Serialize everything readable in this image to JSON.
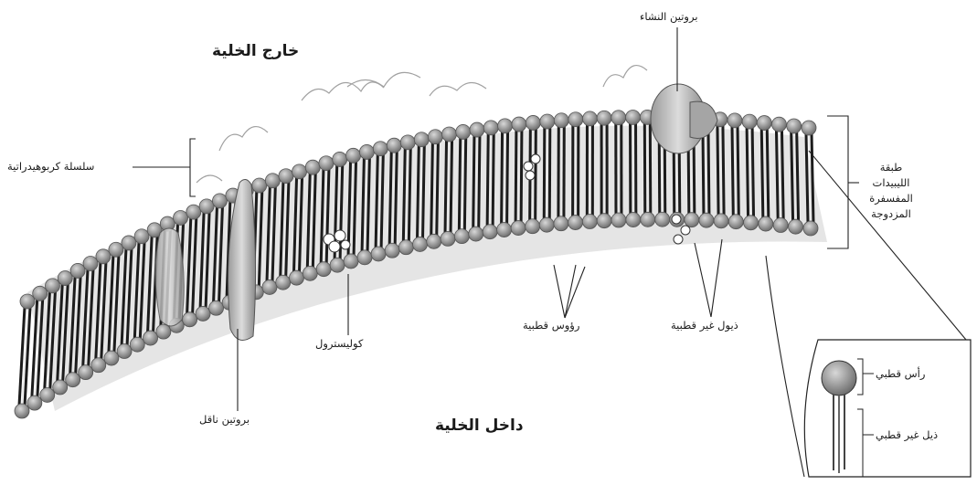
{
  "labels": {
    "outside_cell": "خارج الخلية",
    "inside_cell": "داخل الخلية",
    "starch_protein": "بروتين النشاء",
    "carbohydrate_chain": "سلسلة كربوهيدراتية",
    "bilayer_line1": "طبقة",
    "bilayer_line2": "الليبيدات",
    "bilayer_line3": "المفسفرة",
    "bilayer_line4": "المزدوجة",
    "polar_heads": "رؤوس قطبية",
    "nonpolar_tails": "ذيول غير قطبية",
    "cholesterol": "كوليسترول",
    "transport_protein": "بروتين ناقل",
    "polar_head": "رأس قطبي",
    "nonpolar_tail": "ذيل غير قطبي"
  },
  "colors": {
    "head": "#8c8c8c",
    "tail_dark": "#1c1c1c",
    "tail_light": "#eaeaea",
    "protein": "#b5b5b5",
    "line": "#222222"
  }
}
